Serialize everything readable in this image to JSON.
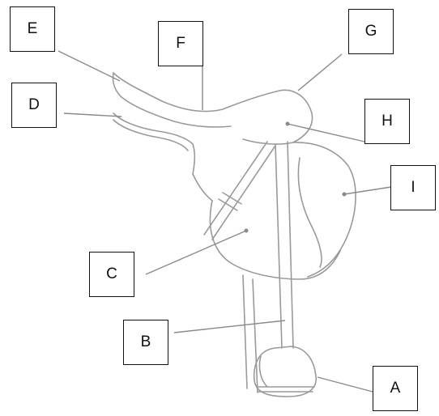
{
  "labels": {
    "a": "A",
    "b": "B",
    "c": "C",
    "d": "D",
    "e": "E",
    "f": "F",
    "g": "G",
    "h": "H",
    "i": "I"
  },
  "colors": {
    "line": "#8a8a8a",
    "saddle_stroke": "#9a9a9a",
    "box_border": "#111111"
  }
}
